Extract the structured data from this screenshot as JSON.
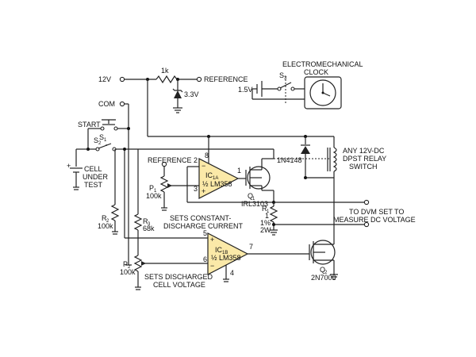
{
  "colors": {
    "opamp_fill": "#fbe9a8",
    "wire": "#222222",
    "background": "#ffffff"
  },
  "labels": {
    "v12": "12V",
    "com": "COM",
    "r_1k": "1k",
    "reference_out": "REFERENCE",
    "zener_3v3": "3.3V",
    "clock_title1": "ELECTROMECHANICAL",
    "clock_title2": "CLOCK",
    "s3": "S",
    "s3_sub": "3",
    "v15": "1.5V",
    "start": "START",
    "s1": "S",
    "s1_sub": "1",
    "s2": "S",
    "s2_sub": "2",
    "cell1": "CELL",
    "cell2": "UNDER",
    "cell3": "TEST",
    "reference_in": "REFERENCE",
    "p1": "P",
    "p1_sub": "1",
    "p1_val": "100k",
    "ic1a": "IC",
    "ic1a_sub": "1A",
    "ic1a_part": "½ LM358",
    "pin8": "8",
    "pin2": "2",
    "pin3": "3",
    "pin1": "1",
    "q1": "Q",
    "q1_sub": "1",
    "q1_part": "IRL3103",
    "d_1n4148": "1N4148",
    "relay1": "ANY 12V-DC",
    "relay2": "DPST RELAY",
    "relay3": "SWITCH",
    "sets_cc1": "SETS CONSTANT-",
    "sets_cc2": "DISCHARGE CURRENT",
    "r2": "R",
    "r2_sub": "2",
    "r2_val": "100k",
    "r3": "R",
    "r3_sub": "3",
    "r3_val": "68k",
    "r1": "R",
    "r1_sub": "1",
    "r1_v1": "1",
    "r1_v2": "1%",
    "r1_v3": "2W",
    "dvm1": "TO DVM SET TO",
    "dvm2": "MEASURE DC VOLTAGE",
    "ic1b": "IC",
    "ic1b_sub": "1B",
    "ic1b_part": "½ LM358",
    "pin5": "5",
    "pin6": "6",
    "pin7": "7",
    "pin4": "4",
    "p2": "P",
    "p2_sub": "2",
    "p2_val": "100k",
    "sets_dc1": "SETS DISCHARGED",
    "sets_dc2": "CELL VOLTAGE",
    "q2": "Q",
    "q2_sub": "2",
    "q2_part": "2N7000",
    "plus": "+",
    "minus": "−"
  }
}
